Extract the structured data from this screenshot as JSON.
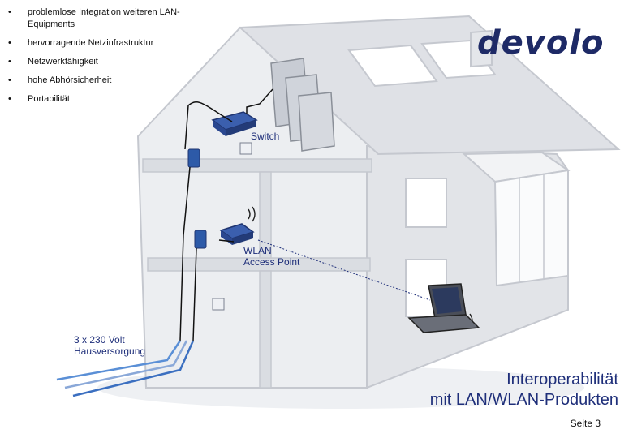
{
  "bullets": [
    "problemlose Integration weiteren LAN-Equipments",
    "hervorragende Netzinfrastruktur",
    "Netzwerkfähigkeit",
    "hohe Abhörsicherheit",
    "Portabilität"
  ],
  "logo": {
    "text": "devolo"
  },
  "labels": {
    "switch": "Switch",
    "wlan_line1": "WLAN",
    "wlan_line2": "Access Point",
    "power_line1": "3 x 230 Volt",
    "power_line2": "Hausversorgung"
  },
  "title": {
    "line1": "Interoperabilität",
    "line2": "mit LAN/WLAN-Produkten"
  },
  "page_label": "Seite 3",
  "colors": {
    "accent": "#1f2f7a",
    "house_wall": "#e4e6ea",
    "house_edge": "#c5c8cf",
    "adapter_blue": "#2d5aa8",
    "cable_blue": "#5a8fd6"
  }
}
